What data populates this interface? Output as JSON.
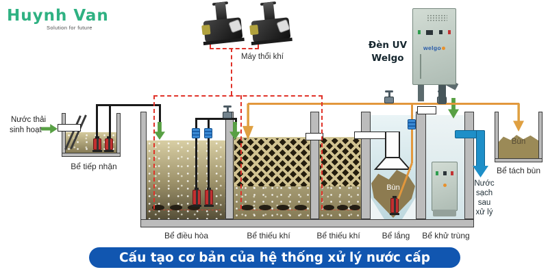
{
  "logo": {
    "title": "Huynh Van",
    "subtitle": "Solution for future"
  },
  "equipment": {
    "blower_label": "Máy thổi khí",
    "uv_label_line1": "Đèn UV",
    "uv_label_line2": "Welgo",
    "cabinet_brand": "welgo"
  },
  "inlet": {
    "line1": "Nước thải",
    "line2": "sinh hoạt"
  },
  "tanks": {
    "receiving": "Bể tiếp nhận",
    "equalization": "Bể điều hòa",
    "anoxic1": "Bể thiếu khí",
    "anoxic2": "Bể thiếu khí",
    "settling": "Bể lắng",
    "disinfection": "Bể khử trùng",
    "sludge_separation": "Bể tách bùn"
  },
  "sludge": {
    "settling_label": "Bùn",
    "separation_label": "Bùn"
  },
  "outlet": {
    "line1": "Nước",
    "line2": "sạch",
    "line3": "sau",
    "line4": "xử lý"
  },
  "banner": {
    "title": "Cấu tạo cơ bản của hệ thống xử lý nước cấp"
  },
  "colors": {
    "banner_bg": "#1156b0",
    "logo_green": "#2fb182",
    "air_pipe_red": "#e03128",
    "sludge_pipe_orange": "#e2973c",
    "water_pipe_black": "#1a1a1a",
    "arrow_green": "#58a044",
    "clean_water_blue": "#1e8fc8",
    "sludge_brown": "#8d7b50",
    "tank_wall_gray": "#bcbcbc"
  }
}
